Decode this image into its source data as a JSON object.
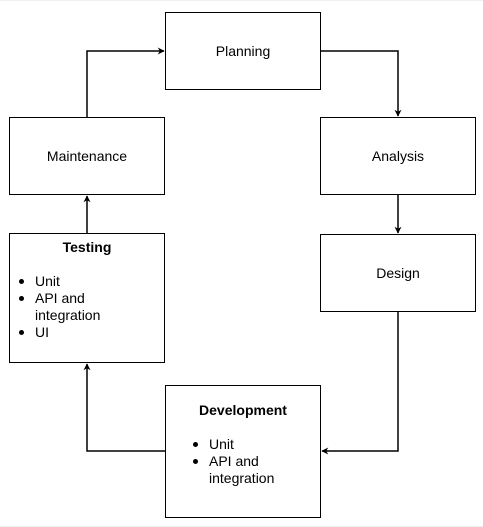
{
  "diagram": {
    "type": "flowchart-cycle",
    "line_color": "#000000",
    "box_border_color": "#000000",
    "background": "#ffffff",
    "nodes": [
      {
        "id": "planning",
        "label": "Planning"
      },
      {
        "id": "analysis",
        "label": "Analysis"
      },
      {
        "id": "design",
        "label": "Design"
      },
      {
        "id": "development",
        "label": "Development",
        "items": [
          "Unit",
          "API and integration"
        ]
      },
      {
        "id": "testing",
        "label": "Testing",
        "items": [
          "Unit",
          "API and integration",
          "UI"
        ]
      },
      {
        "id": "maintenance",
        "label": "Maintenance"
      }
    ],
    "edges": [
      {
        "from": "planning",
        "to": "analysis"
      },
      {
        "from": "analysis",
        "to": "design"
      },
      {
        "from": "design",
        "to": "development"
      },
      {
        "from": "development",
        "to": "testing"
      },
      {
        "from": "testing",
        "to": "maintenance"
      },
      {
        "from": "maintenance",
        "to": "planning"
      }
    ]
  }
}
